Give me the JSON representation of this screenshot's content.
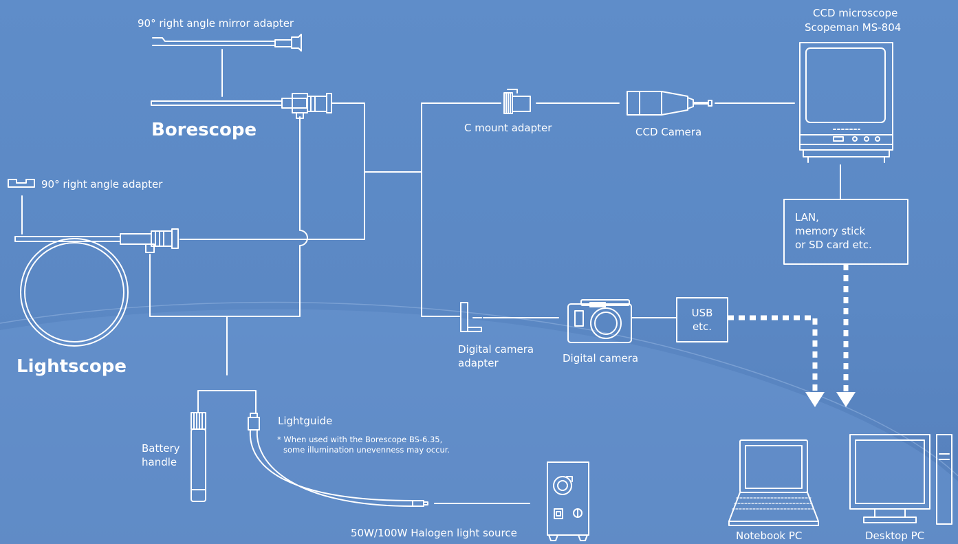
{
  "colors": {
    "background": "#5b88c4",
    "lines": "#ffffff"
  },
  "labels": {
    "mirror_adapter": "90° right angle mirror adapter",
    "borescope": "Borescope",
    "right_angle_adapter": "90° right angle adapter",
    "lightscope": "Lightscope",
    "c_mount": "C mount adapter",
    "ccd_camera": "CCD Camera",
    "ccd_microscope": "CCD microscope",
    "ccd_microscope_model": "Scopeman MS-804",
    "lan_box": [
      "LAN,",
      "memory stick",
      "or SD card etc."
    ],
    "usb_box": [
      "USB",
      "etc."
    ],
    "dc_adapter": [
      "Digital camera",
      "adapter"
    ],
    "digital_camera": "Digital camera",
    "battery_handle": [
      "Battery",
      "handle"
    ],
    "lightguide": "Lightguide",
    "lightguide_note": [
      "* When used with the Borescope BS-6.35,",
      "some illumination unevenness may occur."
    ],
    "halogen": "50W/100W Halogen light source",
    "notebook_pc": "Notebook PC",
    "desktop_pc": "Desktop PC"
  }
}
